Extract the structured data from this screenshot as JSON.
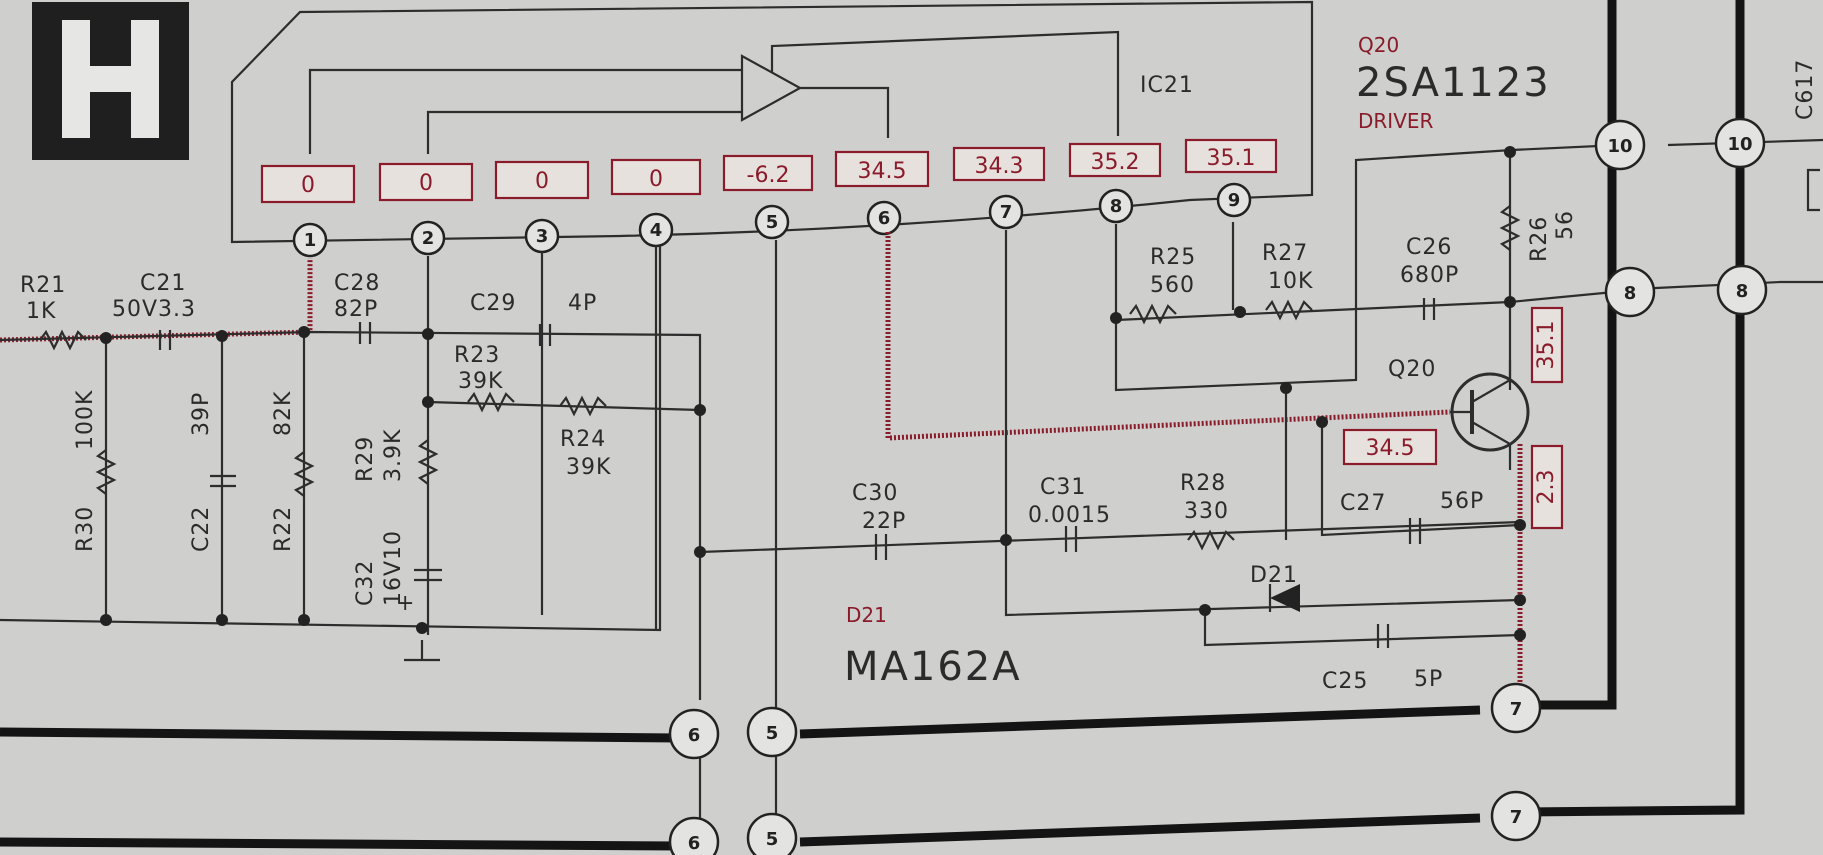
{
  "section_marker": "H",
  "ic": {
    "name": "IC21",
    "pins": [
      {
        "num": "1",
        "voltage": "0"
      },
      {
        "num": "2",
        "voltage": "0"
      },
      {
        "num": "3",
        "voltage": "0"
      },
      {
        "num": "4",
        "voltage": "0"
      },
      {
        "num": "5",
        "voltage": "-6.2"
      },
      {
        "num": "6",
        "voltage": "34.5"
      },
      {
        "num": "7",
        "voltage": "34.3"
      },
      {
        "num": "8",
        "voltage": "35.2"
      },
      {
        "num": "9",
        "voltage": "35.1"
      }
    ]
  },
  "transistor": {
    "ref": "Q20",
    "part": "2SA1123",
    "role": "DRIVER",
    "schematic_ref": "Q20",
    "v_base": "34.5",
    "v_emitter": "35.1",
    "v_collector": "2.3"
  },
  "diode": {
    "ref": "D21",
    "part": "MA162A",
    "schematic_ref": "D21"
  },
  "components": {
    "r21": {
      "ref": "R21",
      "value": "1K"
    },
    "c21": {
      "ref": "C21",
      "value": "50V3.3"
    },
    "c28": {
      "ref": "C28",
      "value": "82P"
    },
    "c29": {
      "ref": "C29",
      "value": "4P"
    },
    "r23": {
      "ref": "R23",
      "value": "39K"
    },
    "r24": {
      "ref": "R24",
      "value": "39K"
    },
    "r30": {
      "ref": "R30",
      "value": "100K"
    },
    "c22": {
      "ref": "C22",
      "value": "39P"
    },
    "r22": {
      "ref": "R22",
      "value": "82K"
    },
    "r29": {
      "ref": "R29",
      "value": "3.9K"
    },
    "c32": {
      "ref": "C32",
      "value": "16V10"
    },
    "r25": {
      "ref": "R25",
      "value": "560"
    },
    "r27": {
      "ref": "R27",
      "value": "10K"
    },
    "c26": {
      "ref": "C26",
      "value": "680P"
    },
    "r26": {
      "ref": "R26",
      "value": "56"
    },
    "c30": {
      "ref": "C30",
      "value": "22P"
    },
    "c31": {
      "ref": "C31",
      "value": "0.0015"
    },
    "r28": {
      "ref": "R28",
      "value": "330"
    },
    "c27": {
      "ref": "C27",
      "value": "56P"
    },
    "c25": {
      "ref": "C25",
      "value": "5P"
    },
    "c617": {
      "ref": "C617"
    }
  },
  "connectors": {
    "c10a": "10",
    "c10b": "10",
    "c8a": "8",
    "c8b": "8",
    "c6a": "6",
    "c5a": "5",
    "c6b": "6",
    "c5b": "5",
    "c7a": "7",
    "c7b": "7"
  }
}
